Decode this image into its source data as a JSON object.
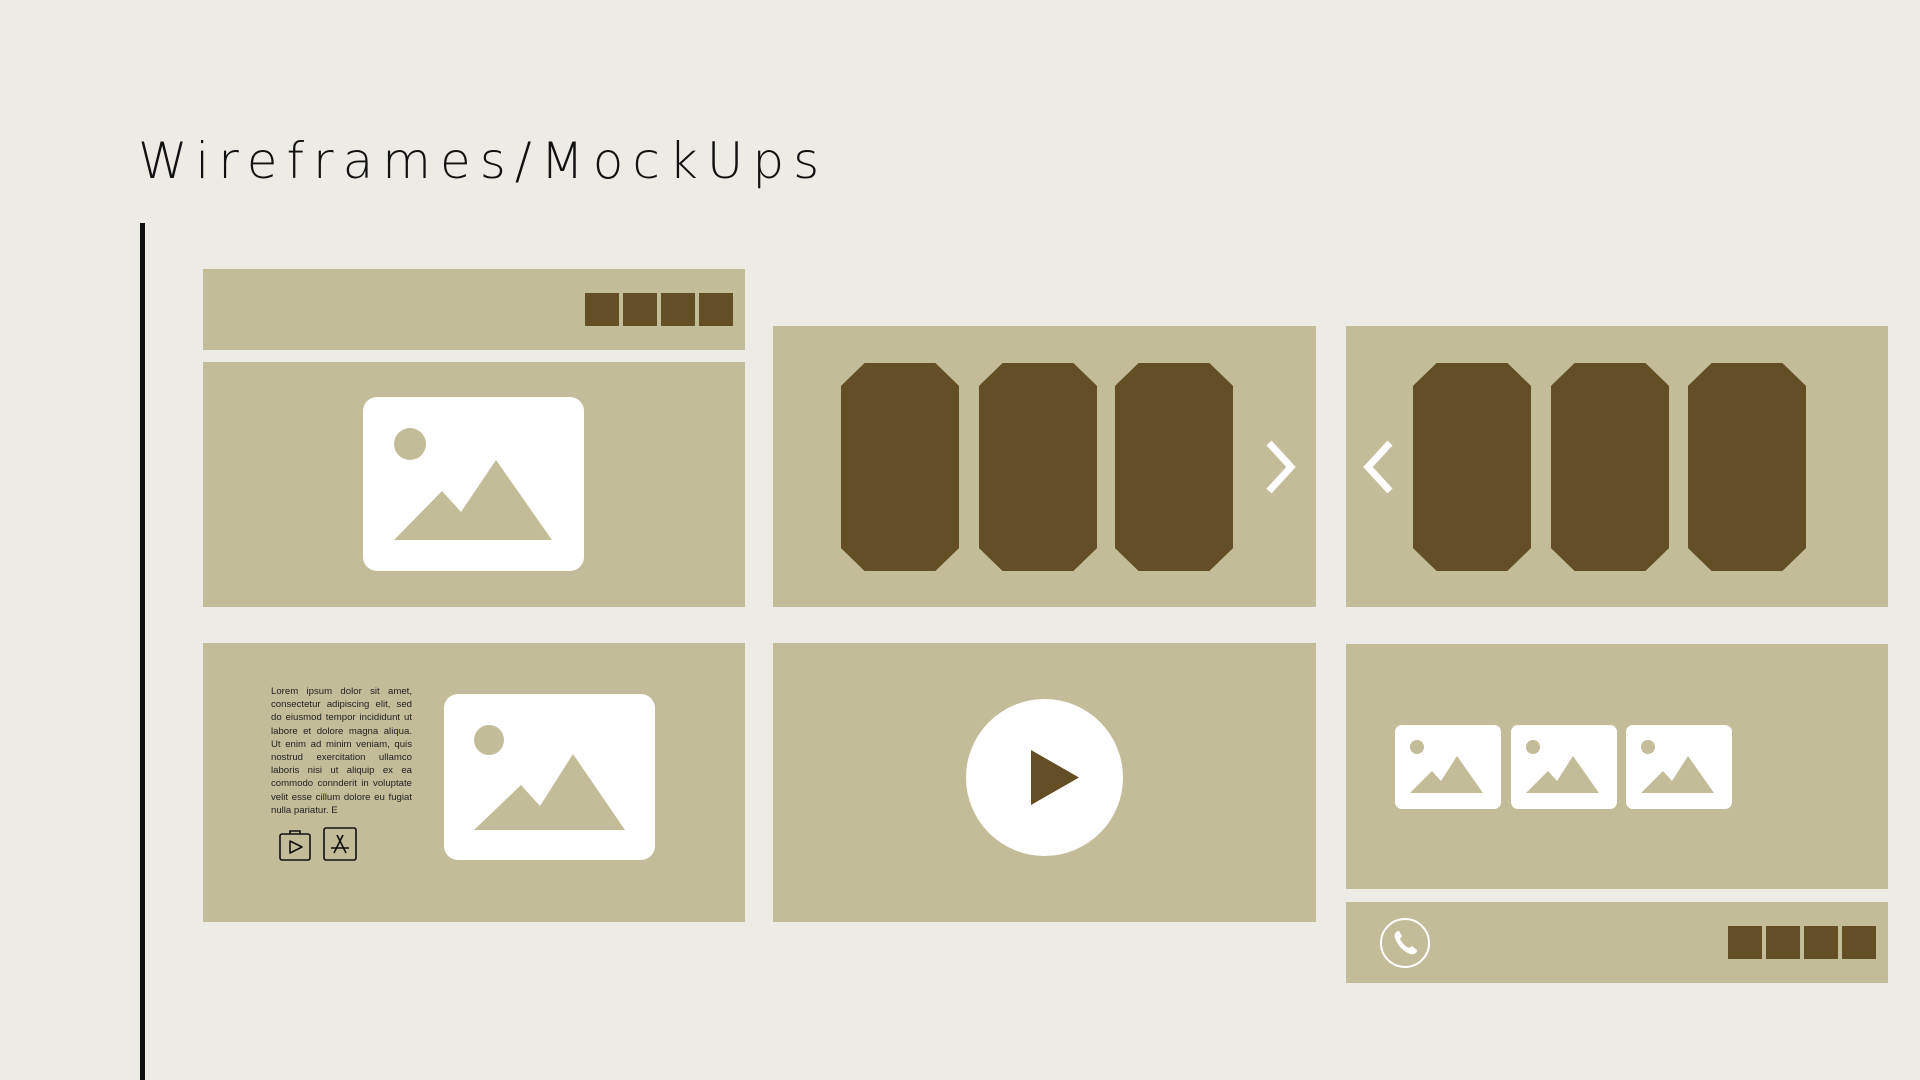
{
  "slide": {
    "title": "Wireframes/MockUps"
  },
  "colors": {
    "background": "#edebe6",
    "panel": "#c3bc98",
    "accent_dark": "#634e25",
    "white": "#ffffff",
    "rule": "#111111"
  },
  "header_mockup": {
    "nav_squares": 4,
    "nav_icon": "menu-squares"
  },
  "hero_mockup": {
    "icon": "image-placeholder-icon"
  },
  "carousel_right": {
    "cards": 3,
    "arrow_icon": "chevron-right-icon"
  },
  "carousel_left": {
    "cards": 3,
    "arrow_icon": "chevron-left-icon"
  },
  "text_image_mockup": {
    "body_text": "Lorem ipsum dolor sit amet, consectetur adipiscing elit, sed do eiusmod tempor incididunt ut labore et dolore magna aliqua. Ut enim ad minim veniam, quis nostrud exercitation ullamco laboris nisi ut aliquip ex ea commodo connderit in voluptate velit esse cillum dolore eu fugiat nulla pariatur. E",
    "store_icons": [
      "google-play-icon",
      "app-store-icon"
    ],
    "image_icon": "image-placeholder-icon"
  },
  "video_mockup": {
    "icon": "play-icon"
  },
  "gallery_mockup": {
    "thumbnails": 3,
    "icon": "image-placeholder-icon"
  },
  "footer_mockup": {
    "contact_icon": "phone-icon",
    "nav_squares": 4
  }
}
